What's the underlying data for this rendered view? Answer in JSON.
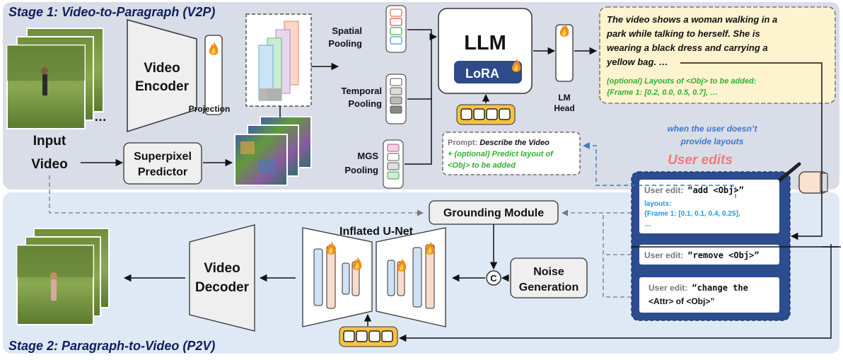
{
  "stage1": {
    "title": "Stage 1: Video-to-Paragraph (V2P)"
  },
  "stage2": {
    "title": "Stage 2: Paragraph-to-Video (P2V)"
  },
  "input": {
    "label_line1": "Input",
    "label_line2": "Video",
    "ellipsis": "…"
  },
  "encoder": {
    "label_line1": "Video",
    "label_line2": "Encoder"
  },
  "projection": {
    "label": "Projection"
  },
  "pooling": {
    "spatial_line1": "Spatial",
    "spatial_line2": "Pooling",
    "temporal_line1": "Temporal",
    "temporal_line2": "Pooling",
    "mgs_line1": "MGS",
    "mgs_line2": "Pooling"
  },
  "superpixel": {
    "label_line1": "Superpixel",
    "label_line2": "Predictor"
  },
  "llm": {
    "label": "LLM",
    "lora": "LoRA"
  },
  "lm_head": {
    "label_line1": "LM",
    "label_line2": "Head"
  },
  "output_text": {
    "line1": "The video shows a woman walking in a",
    "line2": "park while talking to herself. She is",
    "line3": "wearing a black dress and carrying a",
    "line4": "yellow bag. …",
    "opt_line1": "(optional) Layouts of <Obj> to be added:",
    "opt_line2": "{Frame 1: [0.2, 0.0, 0.5, 0.7], …"
  },
  "prompt": {
    "prefix": "Prompt:",
    "line1": " Describe the Video",
    "line2": "+ (optional) Predict layout of",
    "line3": "<Obj> to be added"
  },
  "hint": {
    "line1": "when the user doesn’t",
    "line2": "provide layouts"
  },
  "user_edits": {
    "title": "User edits",
    "edit_prefix": "User edit:",
    "edit1_value": "“add <Obj>”",
    "layouts_label": "layouts:",
    "layouts_value": "{Frame 1: [0.1, 0.1, 0.4, 0.25],",
    "layouts_more": "…",
    "edit2_value": "“remove <Obj>”",
    "edit3_line1": "“change the",
    "edit3_line2": "<Attr> of <Obj>”"
  },
  "grounding": {
    "label": "Grounding Module"
  },
  "unet": {
    "label": "Inflated U-Net"
  },
  "concat": {
    "symbol": "C"
  },
  "noise": {
    "label_line1": "Noise",
    "label_line2": "Generation"
  },
  "decoder": {
    "label_line1": "Video",
    "label_line2": "Decoder"
  },
  "colors": {
    "stage1_bg": "#d9dde8",
    "stage2_bg": "#dfe9f5",
    "output_bg": "#fdf3cf",
    "lora_bg": "#2e4a8c",
    "user_edit_panel": "#2b4c8f",
    "user_edits_title": "#f07a7a",
    "hint": "#3f78c8",
    "green_text": "#2fb12f",
    "layouts_text": "#1a9be0",
    "token_bg": "#f6c241"
  }
}
